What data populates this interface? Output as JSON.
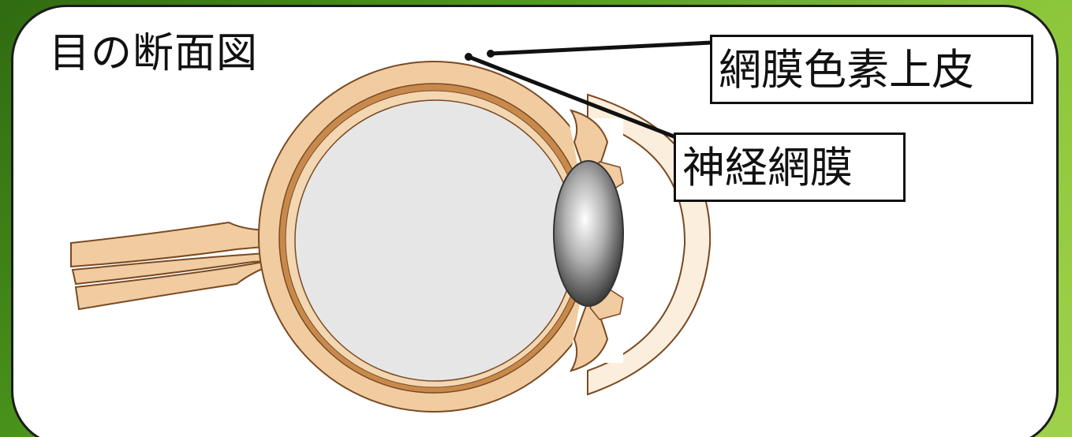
{
  "title": "目の断面図",
  "labels": {
    "rpe": "網膜色素上皮",
    "neural_retina": "神経網膜"
  },
  "colors": {
    "background_dark": "#2f6b12",
    "background_light": "#9fd14a",
    "sclera": "#f1cca0",
    "choroid": "#c88a4c",
    "vitreous": "#e6e6e6",
    "outline": "#7a4a22"
  }
}
